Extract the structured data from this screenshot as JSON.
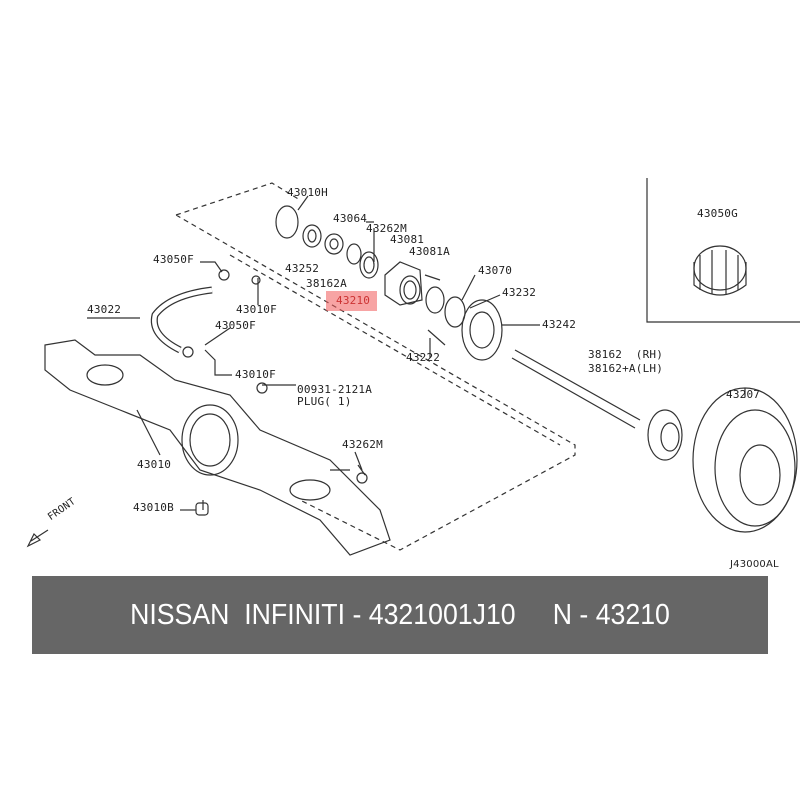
{
  "diagram": {
    "code": "J43000AL",
    "highlighted_part": "43210",
    "labels": {
      "p43010H": "43010H",
      "p43064": "43064",
      "p43262M_a": "43262M",
      "p43081": "43081",
      "p43081A": "43081A",
      "p43050F_a": "43050F",
      "p43252": "43252",
      "p38162A": "38162A",
      "p43070": "43070",
      "p43232": "43232",
      "p43022": "43022",
      "p43010F_a": "43010F",
      "p43050F_b": "43050F",
      "p43242": "43242",
      "p43222": "43222",
      "p38162_rh": "38162  (RH)",
      "p38162_lh": "38162+A(LH)",
      "p43010F_b": "43010F",
      "p00931": "00931-2121A",
      "plug": "PLUG( 1)",
      "p43207": "43207",
      "p43010": "43010",
      "p43262M_b": "43262M",
      "p43010B": "43010B",
      "p43050G": "43050G",
      "front": "FRONT"
    }
  },
  "banner": {
    "brand": "NISSAN  INFINITI",
    "sep1": " - ",
    "part_number": "4321001J10",
    "gap": "     ",
    "prefix": "N",
    "sep2": " - ",
    "ref": "43210"
  }
}
